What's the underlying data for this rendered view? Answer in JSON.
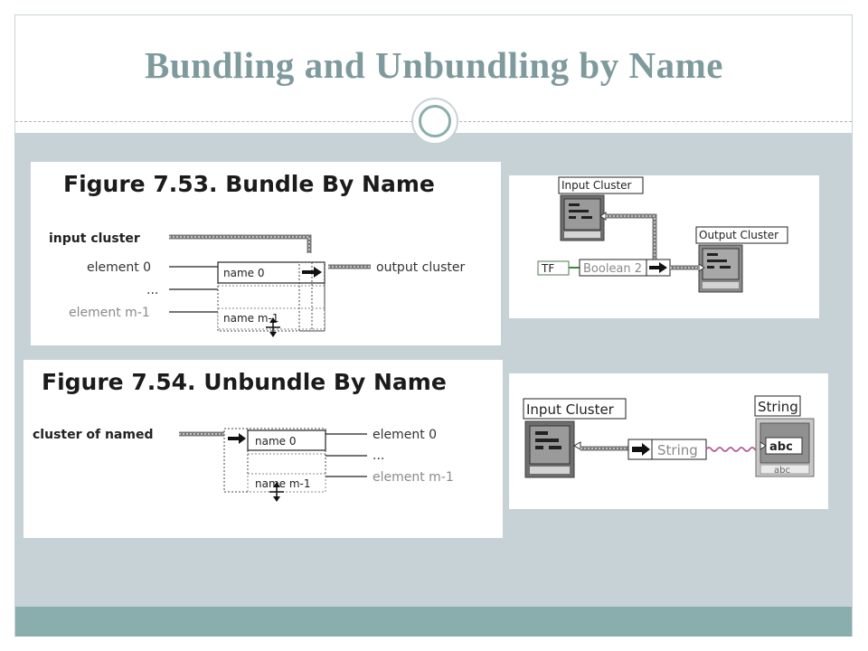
{
  "slide": {
    "title": "Bundling and Unbundling by Name"
  },
  "bundle_figure": {
    "title": "Figure 7.53. Bundle By Name",
    "input_label": "input cluster",
    "element_first": "element 0",
    "ellipsis": "...",
    "element_last": "element m-1",
    "name_first": "name 0",
    "name_last": "name m-1",
    "output_label": "output cluster"
  },
  "unbundle_figure": {
    "title": "Figure 7.54. Unbundle By Name",
    "input_label": "cluster of named",
    "name_first": "name 0",
    "name_last": "name m-1",
    "element_first": "element 0",
    "ellipsis": "...",
    "element_last": "element m-1"
  },
  "bundle_example": {
    "input_label": "Input Cluster",
    "output_label": "Output Cluster",
    "element_label": "Boolean 2",
    "constant_label": "TF"
  },
  "unbundle_example": {
    "input_label": "Input Cluster",
    "output_label": "String",
    "element_label": "String",
    "indicator_value": "abc",
    "indicator_type": "abc"
  }
}
